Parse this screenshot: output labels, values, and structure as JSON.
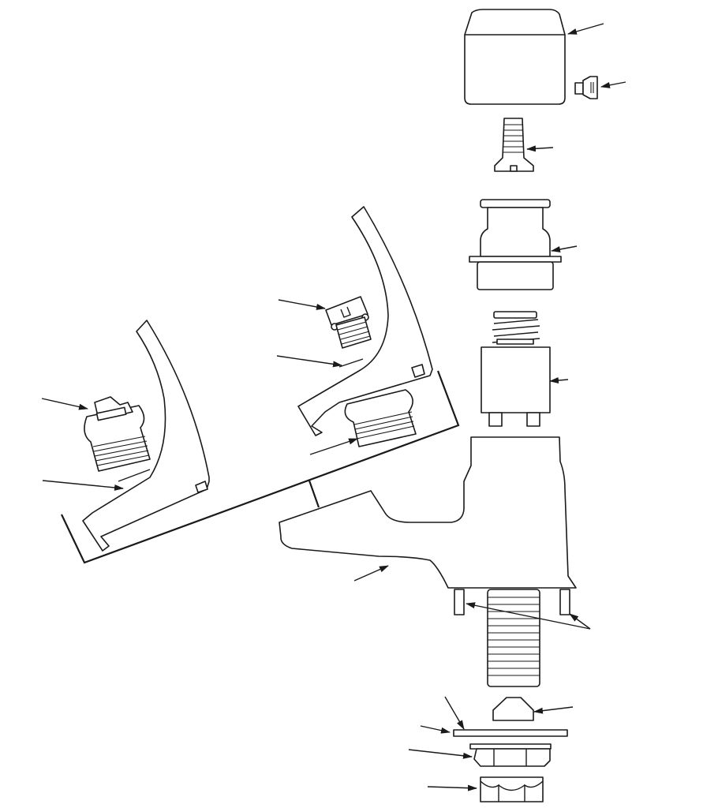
{
  "diagram": {
    "type": "exploded-parts-view",
    "colors": {
      "line": "#1a1a1a",
      "background": "#ffffff"
    },
    "parts": [
      "handle-cap",
      "set-screw",
      "handle-screw",
      "bonnet",
      "cartridge",
      "faucet-body",
      "spout-shank",
      "locating-pins",
      "cone-washer",
      "flat-washer",
      "flanged-lock-nut",
      "coupling-nut",
      "inset-spout-a",
      "inset-spout-b",
      "inset-cartridge-a",
      "inset-cartridge-b",
      "inset-screw-a",
      "inset-screw-b"
    ],
    "leader_arrows": 18
  }
}
